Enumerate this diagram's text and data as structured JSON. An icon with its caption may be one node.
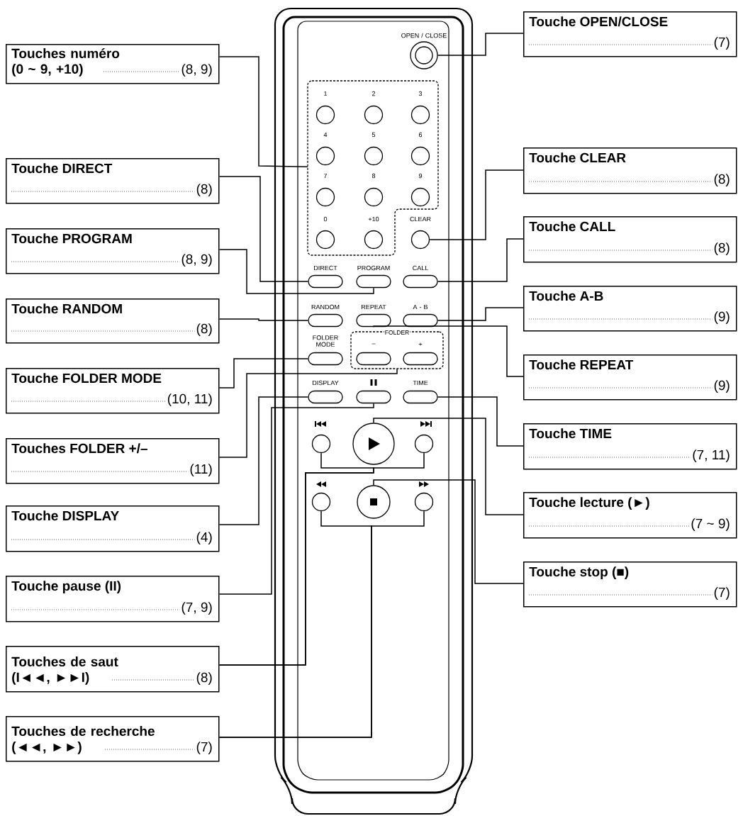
{
  "diagram": {
    "nodes": [
      {
        "text": [
          "Touches numéro (0 ~ 9, +10)",
          "(8, 9)"
        ]
      },
      {
        "text": [
          "Touche DIRECT",
          "(8)"
        ]
      },
      {
        "text": [
          "Touche PROGRAM",
          "(8, 9)"
        ]
      },
      {
        "text": [
          "Touche RANDOM",
          "(8)"
        ]
      },
      {
        "text": [
          "Touche FOLDER MODE",
          "(10, 11)"
        ]
      },
      {
        "text": [
          "Touches FOLDER +/–",
          "(11)"
        ]
      },
      {
        "text": [
          "Touche DISPLAY",
          "(4)"
        ]
      },
      {
        "text": [
          "Touche pause (II)",
          "(7, 9)"
        ]
      },
      {
        "text": [
          "Touches de saut (I◄◄, ►►I)",
          "(8)"
        ]
      },
      {
        "text": [
          "Touches de recherche (◄◄, ►►)",
          "(7)"
        ]
      },
      {
        "text": [
          "Touche OPEN/CLOSE",
          "(7)"
        ]
      },
      {
        "text": [
          "Touche CLEAR",
          "(8)"
        ]
      },
      {
        "text": [
          "Touche CALL",
          "(8)"
        ]
      },
      {
        "text": [
          "Touche A-B",
          "(9)"
        ]
      },
      {
        "text": [
          "Touche REPEAT",
          "(9)"
        ]
      },
      {
        "text": [
          "Touche TIME",
          "(7, 11)"
        ]
      },
      {
        "text": [
          "Touche lecture (►)",
          "(7 ~ 9)"
        ]
      },
      {
        "text": [
          "Touche stop (■)",
          "(7)"
        ]
      },
      {
        "text": [],
        "shape": "circle",
        "beside": [
          "OPEN / CLOSE"
        ]
      },
      {
        "text": [],
        "shape": "box"
      },
      {
        "text": [],
        "shape": "circle",
        "beside": [
          "1"
        ],
        "in": 19
      },
      {
        "text": [],
        "shape": "circle",
        "beside": [
          "2"
        ],
        "in": 19
      },
      {
        "text": [],
        "shape": "circle",
        "beside": [
          "3"
        ],
        "in": 19
      },
      {
        "text": [],
        "shape": "circle",
        "beside": [
          "4"
        ],
        "in": 19
      },
      {
        "text": [],
        "shape": "circle",
        "beside": [
          "5"
        ],
        "in": 19
      },
      {
        "text": [],
        "shape": "circle",
        "beside": [
          "6"
        ],
        "in": 19
      },
      {
        "text": [],
        "shape": "circle",
        "beside": [
          "7"
        ],
        "in": 19
      },
      {
        "text": [],
        "shape": "circle",
        "beside": [
          "8"
        ],
        "in": 19
      },
      {
        "text": [],
        "shape": "circle",
        "beside": [
          "9"
        ],
        "in": 19
      },
      {
        "text": [],
        "shape": "circle",
        "beside": [
          "0"
        ],
        "in": 19
      },
      {
        "text": [],
        "shape": "circle",
        "beside": [
          "+10"
        ],
        "in": 19
      },
      {
        "text": [],
        "shape": "circle",
        "beside": [
          "CLEAR"
        ]
      },
      {
        "text": [],
        "shape": "oval",
        "beside": [
          "DIRECT"
        ]
      },
      {
        "text": [],
        "shape": "oval",
        "beside": [
          "PROGRAM"
        ]
      },
      {
        "text": [],
        "shape": "oval",
        "beside": [
          "CALL"
        ]
      },
      {
        "text": [],
        "shape": "oval",
        "beside": [
          "RANDOM"
        ]
      },
      {
        "text": [],
        "shape": "oval",
        "beside": [
          "REPEAT"
        ]
      },
      {
        "text": [],
        "shape": "oval",
        "beside": [
          "A - B"
        ]
      },
      {
        "text": [],
        "shape": "oval",
        "beside": [
          "FOLDER MODE"
        ]
      },
      {
        "text": [
          "FOLDER"
        ]
      },
      {
        "text": [],
        "shape": "oval",
        "beside": [
          "–"
        ],
        "in": 39
      },
      {
        "text": [],
        "shape": "oval",
        "beside": [
          "+"
        ],
        "in": 39
      },
      {
        "text": [],
        "shape": "oval",
        "beside": [
          "DISPLAY"
        ]
      },
      {
        "text": [],
        "shape": "oval"
      },
      {
        "text": [],
        "shape": "oval",
        "beside": [
          "TIME"
        ]
      },
      {
        "text": [],
        "shape": "circle"
      },
      {
        "text": [],
        "shape": "circle"
      },
      {
        "text": [],
        "shape": "circle"
      },
      {
        "text": [],
        "shape": "circle"
      },
      {
        "text": [],
        "shape": "circle"
      },
      {
        "text": [],
        "shape": "circle"
      }
    ],
    "edges": [
      {
        "from": 0,
        "to": 19,
        "arrow": "none"
      },
      {
        "from": 1,
        "to": 32,
        "arrow": "none"
      },
      {
        "from": 2,
        "to": 33,
        "arrow": "none"
      },
      {
        "from": 3,
        "to": 35,
        "arrow": "none"
      },
      {
        "from": 4,
        "to": 38,
        "arrow": "none"
      },
      {
        "from": 5,
        "to": 39,
        "arrow": "none"
      },
      {
        "from": 6,
        "to": 42,
        "arrow": "none"
      },
      {
        "from": 7,
        "to": 43,
        "arrow": "none"
      },
      {
        "from": 8,
        "to": 45,
        "arrow": "none"
      },
      {
        "from": 8,
        "to": 47,
        "arrow": "none"
      },
      {
        "from": 9,
        "to": 48,
        "arrow": "none"
      },
      {
        "from": 9,
        "to": 50,
        "arrow": "none"
      },
      {
        "from": 10,
        "to": 18,
        "arrow": "none"
      },
      {
        "from": 11,
        "to": 31,
        "arrow": "none"
      },
      {
        "from": 12,
        "to": 34,
        "arrow": "none"
      },
      {
        "from": 13,
        "to": 37,
        "arrow": "none"
      },
      {
        "from": 14,
        "to": 36,
        "arrow": "none"
      },
      {
        "from": 15,
        "to": 44,
        "arrow": "none"
      },
      {
        "from": 16,
        "to": 46,
        "arrow": "none"
      },
      {
        "from": 17,
        "to": 49,
        "arrow": "none"
      }
    ]
  }
}
